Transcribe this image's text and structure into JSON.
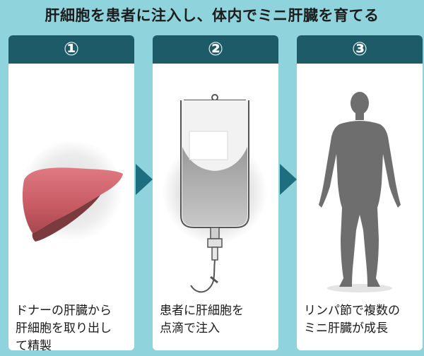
{
  "title": "肝細胞を患者に注入し、体内でミニ肝臓を育てる",
  "steps": [
    {
      "number": "①",
      "lines": [
        "ドナーの肝臓から",
        "肝細胞を取り出し",
        "て精製"
      ],
      "icon": "liver-icon"
    },
    {
      "number": "②",
      "lines": [
        "患者に肝細胞を",
        "点滴で注入"
      ],
      "icon": "iv-bag-icon"
    },
    {
      "number": "③",
      "lines": [
        "リンパ節で複数の",
        "ミニ肝臓が成長"
      ],
      "icon": "human-silhouette-icon"
    }
  ],
  "colors": {
    "background": "#8fd3dc",
    "header": "#1d5b68",
    "arrow": "#1d6e7e",
    "liver": "#c75a63",
    "liver_shadow": "#7a3a3e",
    "silhouette": "#6e6e6e"
  }
}
